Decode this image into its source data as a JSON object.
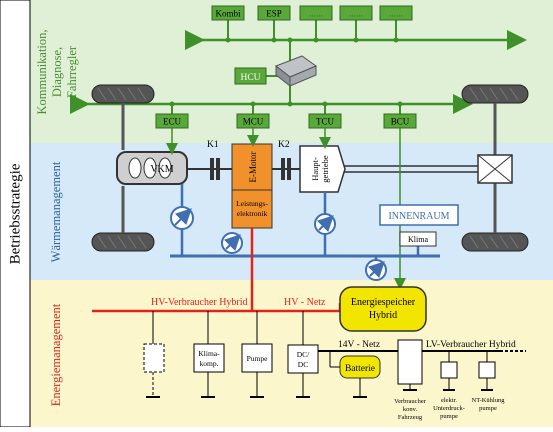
{
  "colors": {
    "band_green": "#dff0d6",
    "band_blue": "#d6e9f8",
    "band_yellow": "#fcf6cc",
    "ecu_green": "#5aa83a",
    "bus_green": "#3f8f2a",
    "hv_red": "#e2231a",
    "motor_orange": "#f0912c",
    "speicher_yellow": "#f2e600",
    "thermal_blue": "#3f6fb0",
    "label_green": "#4a8c34",
    "label_blue": "#2f5f9e",
    "label_red": "#d42a1e"
  },
  "strategy_label": "Betriebsstrategie",
  "sections": {
    "kommunikation": "Kommunikation, Diagnose, Fahrregler",
    "waerme": "Wärmemanagement",
    "energie": "Energiemanagement"
  },
  "top_units": [
    "Kombi",
    "ESP",
    "......",
    "......",
    "......"
  ],
  "hcu": "HCU",
  "controllers": [
    "ECU",
    "MCU",
    "TCU",
    "BCU"
  ],
  "clutches": {
    "k1": "K1",
    "k2": "K2"
  },
  "vkm": "VKM",
  "emotor": "E-Motor",
  "leistung": [
    "Leistungs-",
    "elektronik"
  ],
  "getriebe": [
    "Haupt-",
    "getriebe"
  ],
  "innenraum": "INNENRAUM",
  "klima": "Klima",
  "hv_verbraucher": "HV-Verbraucher Hybrid",
  "hv_netz": "HV - Netz",
  "speicher": [
    "Energiespeicher",
    "Hybrid"
  ],
  "netz14": "14V - Netz",
  "lv_verbraucher": "LV-Verbraucher Hybrid",
  "klimakomp": [
    "Klima-",
    "komp."
  ],
  "pumpe": "Pumpe",
  "dcdc": [
    "DC/",
    "DC"
  ],
  "batterie": "Batterie",
  "verbraucher_konv": [
    "Verbraucher",
    "konv.",
    "Fahrzeug"
  ],
  "unterdruck": [
    "elektr.",
    "Unterdruck-",
    "pumpe"
  ],
  "nt_kuehlung": [
    "NT-Kühlung",
    "pumpe"
  ]
}
